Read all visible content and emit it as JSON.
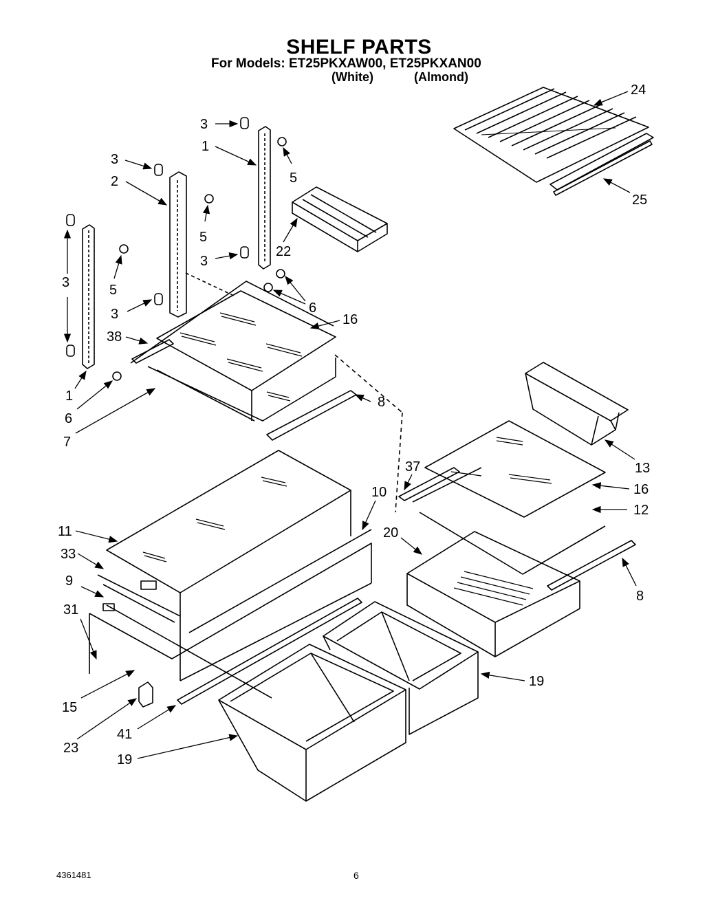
{
  "header": {
    "title": "SHELF PARTS",
    "models_line": "For Models: ET25PKXAW00, ET25PKXAN00",
    "variant_1": "(White)",
    "variant_2": "(Almond)"
  },
  "callouts": [
    "3",
    "1",
    "5",
    "3",
    "2",
    "5",
    "22",
    "3",
    "3",
    "5",
    "3",
    "6",
    "16",
    "38",
    "1",
    "6",
    "8",
    "7",
    "24",
    "25",
    "13",
    "37",
    "16",
    "12",
    "10",
    "11",
    "33",
    "20",
    "9",
    "8",
    "31",
    "19",
    "15",
    "23",
    "41",
    "19"
  ],
  "footer": {
    "doc_number": "4361481",
    "page": "6"
  }
}
